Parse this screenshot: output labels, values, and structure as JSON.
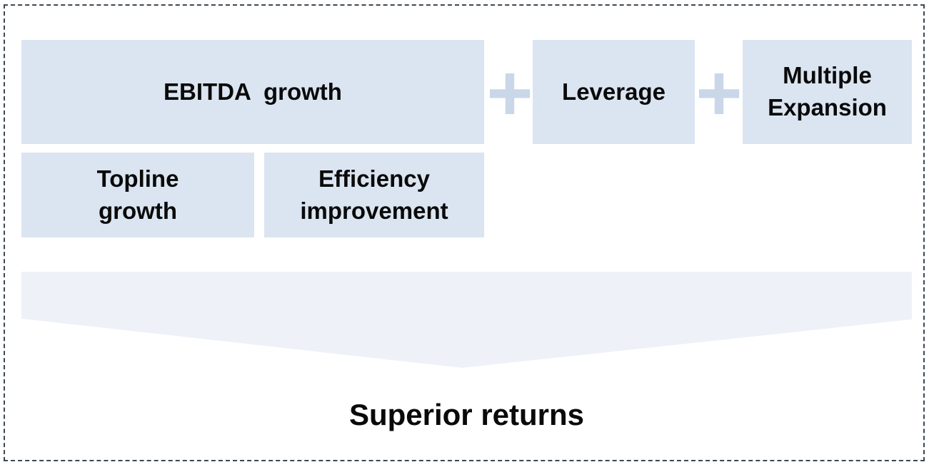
{
  "colors": {
    "box_fill": "#dbe5f1",
    "plus_color": "#c9d7e9",
    "funnel_fill": "#eef2f8",
    "frame_border": "#3d4752",
    "text": "#0a0a0a"
  },
  "formula_row": {
    "operator": "+",
    "terms": [
      {
        "id": "ebitda-growth",
        "label": "EBITDA  growth"
      },
      {
        "id": "leverage",
        "label": "Leverage"
      },
      {
        "id": "multiple-expansion",
        "label": "Multiple\nExpansion"
      }
    ]
  },
  "components_row": [
    {
      "id": "topline-growth",
      "label": "Topline\ngrowth"
    },
    {
      "id": "efficiency-improvement",
      "label": "Efficiency\nimprovement"
    }
  ],
  "result_label": "Superior returns"
}
